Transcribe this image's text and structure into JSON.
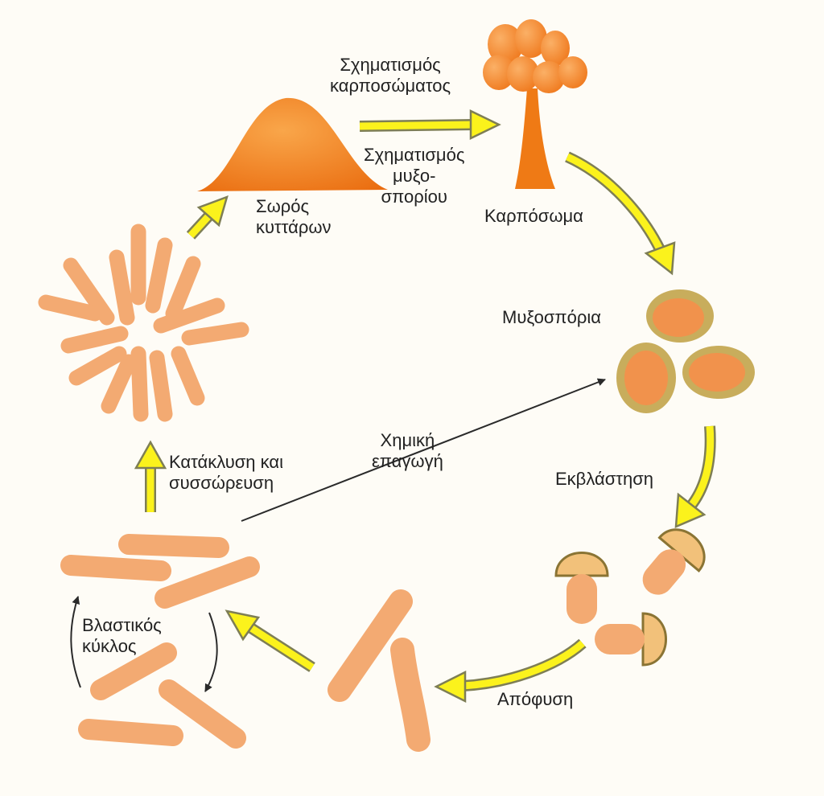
{
  "labels": {
    "fruiting_body_formation": [
      "Σχηματισμός",
      "καρποσώματος"
    ],
    "myxospore_formation": [
      "Σχηματισμός",
      "μυξο-",
      "σπορίου"
    ],
    "cell_mound": [
      "Σωρός",
      "κυττάρων"
    ],
    "fruiting_body": "Καρπόσωμα",
    "myxospores": "Μυξοσπόρια",
    "germination": "Εκβλάστηση",
    "outgrowth": "Απόφυση",
    "chemical_induction": [
      "Χημική",
      "επαγωγή"
    ],
    "flooding_aggregation": [
      "Κατάκλυση και",
      "συσσώρευση"
    ],
    "vegetative_cycle": [
      "Βλαστικός",
      "κύκλος"
    ]
  },
  "colors": {
    "cell": "#f3aa72",
    "cell_dark": "#e08a4e",
    "fruiting": "#f07f1a",
    "fruiting_dark": "#e06a0a",
    "spore_wall": "#bfa451",
    "spore_core": "#f1924c",
    "arrow_fill": "#fbf21c",
    "arrow_stroke": "#8b8b5a",
    "line": "#2a2a2a"
  }
}
